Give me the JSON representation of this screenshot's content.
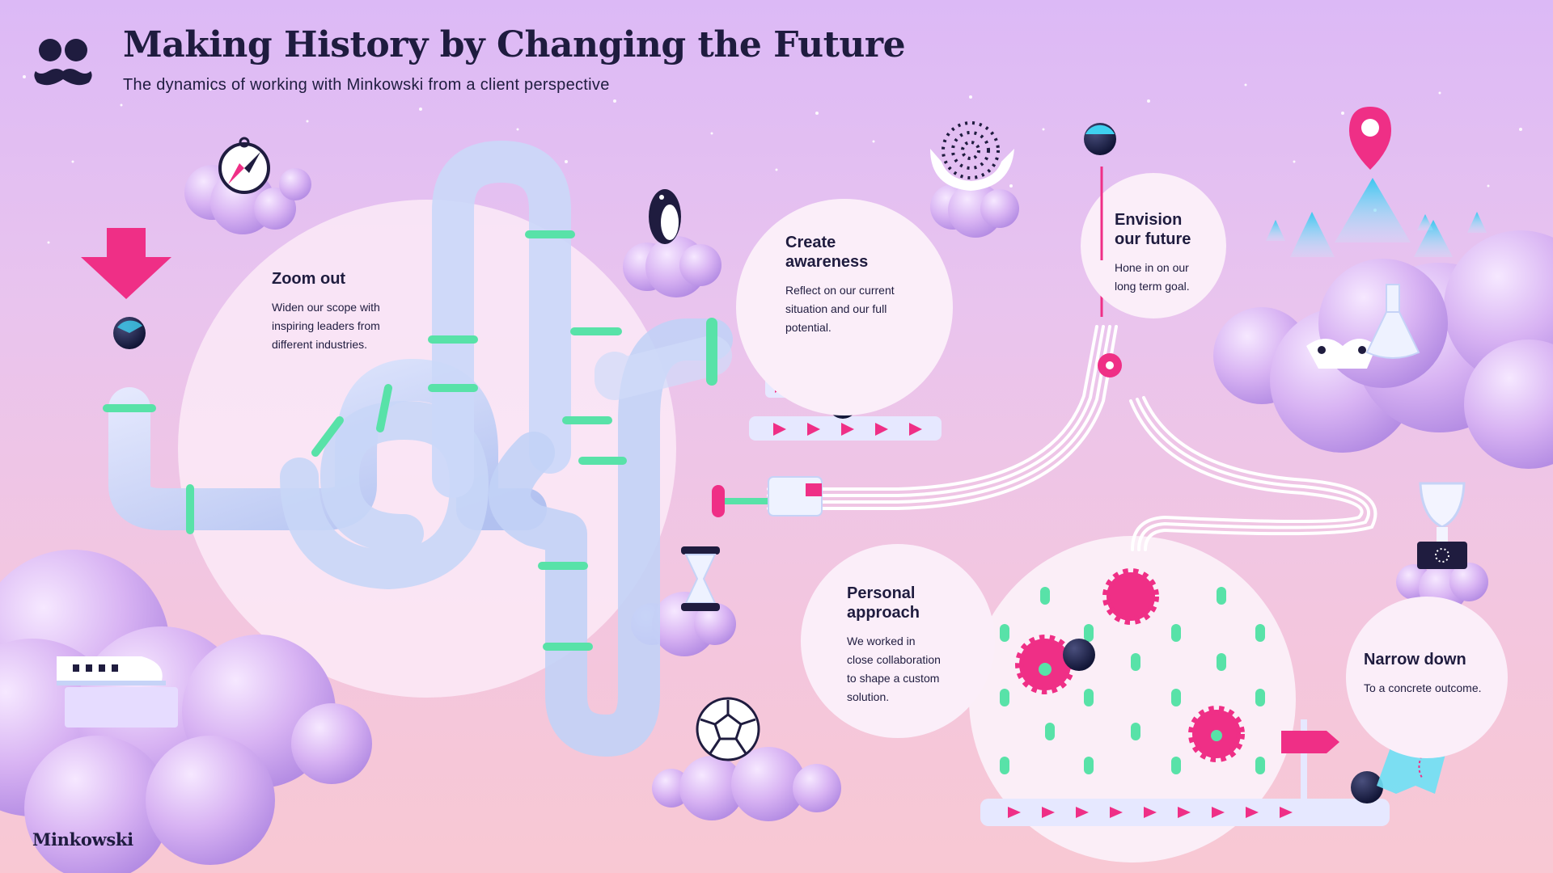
{
  "header": {
    "title": "Making History by Changing the Future",
    "subtitle": "The dynamics of working with Minkowski from a client perspective"
  },
  "steps": [
    {
      "title_lines": [
        "Zoom out"
      ],
      "description_lines": [
        "Widen our scope with",
        "inspiring leaders from",
        "different industries."
      ]
    },
    {
      "title_lines": [
        "Create",
        "awareness"
      ],
      "description_lines": [
        "Reflect on our current",
        "situation and our full",
        "potential."
      ]
    },
    {
      "title_lines": [
        "Envision",
        "our future"
      ],
      "description_lines": [
        "Hone in on our",
        "long term goal."
      ]
    },
    {
      "title_lines": [
        "Personal",
        "approach"
      ],
      "description_lines": [
        "We worked in",
        "close collaboration",
        "to shape a custom",
        "solution."
      ]
    },
    {
      "title_lines": [
        "Narrow down"
      ],
      "description_lines": [
        "To a concrete outcome."
      ]
    }
  ],
  "footer": {
    "brand": "Minkowski"
  },
  "colors": {
    "ink": "#1f1c3f",
    "accent_pink": "#ef2f86",
    "accent_cyan": "#3fd0f0",
    "accent_mint": "#58e2a8",
    "tube": "#c6d3f7",
    "cloud": "#d7b2f2"
  },
  "icons": [
    "mustache-face-logo",
    "down-arrow-icon",
    "compass-icon",
    "penguin-icon",
    "hands-spiral-icon",
    "map-pin-icon",
    "game-controller-icon",
    "flask-icon",
    "trophy-icon",
    "hourglass-icon",
    "soccer-ball-icon",
    "train-icon",
    "signpost-icon",
    "folded-map-icon",
    "gear-icon"
  ]
}
